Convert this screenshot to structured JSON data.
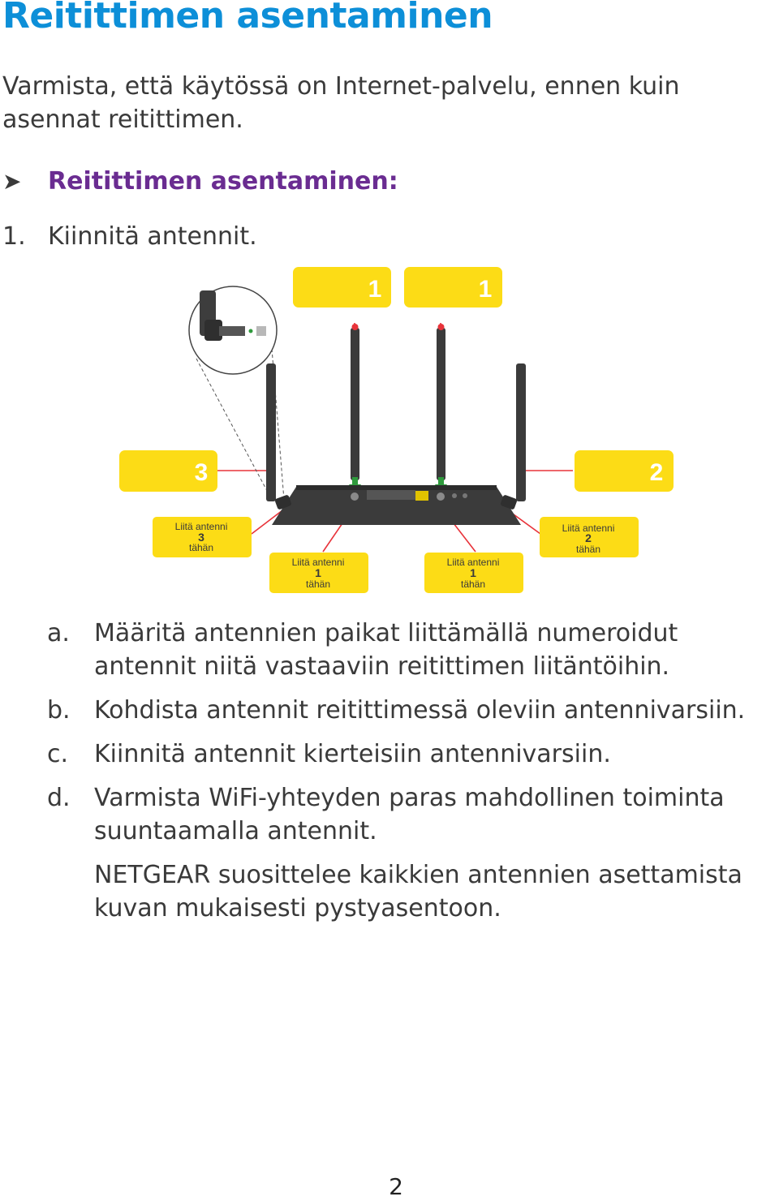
{
  "header": {
    "title": "Reitittimen asentaminen",
    "intro": "Varmista, että käytössä on Internet-palvelu, ennen kuin asennat reitittimen."
  },
  "procedure": {
    "arrow_icon": "arrow-right-icon",
    "heading": "Reitittimen asentaminen:"
  },
  "step1": {
    "number": "1.",
    "text": "Kiinnitä antennit."
  },
  "figure": {
    "callouts": {
      "top_left": "1",
      "top_right": "1",
      "left": "3",
      "right": "2"
    },
    "labels": {
      "port3": {
        "line1": "Liitä antenni",
        "num": "3",
        "line2": "tähän"
      },
      "port2": {
        "line1": "Liitä antenni",
        "num": "2",
        "line2": "tähän"
      },
      "port1a": {
        "line1": "Liitä antenni",
        "num": "1",
        "line2": "tähän"
      },
      "port1b": {
        "line1": "Liitä antenni",
        "num": "1",
        "line2": "tähän"
      }
    },
    "colors": {
      "callout": "#fcdc16",
      "leader": "#e8333a",
      "router": "#3b3b3b",
      "arrow": "#2e9a3c"
    }
  },
  "substeps": [
    {
      "marker": "a.",
      "text": "Määritä antennien paikat liittämällä numeroidut antennit niitä vastaaviin reitittimen liitäntöihin."
    },
    {
      "marker": "b.",
      "text": "Kohdista antennit reitittimessä oleviin antennivarsiin."
    },
    {
      "marker": "c.",
      "text": "Kiinnitä antennit kierteisiin antennivarsiin."
    },
    {
      "marker": "d.",
      "text": "Varmista WiFi-yhteyden paras mahdollinen toiminta suuntaamalla antennit."
    }
  ],
  "note": "NETGEAR suosittelee kaikkien antennien asettamista kuvan mukaisesti pystyasentoon.",
  "footer": {
    "page_number": "2"
  }
}
